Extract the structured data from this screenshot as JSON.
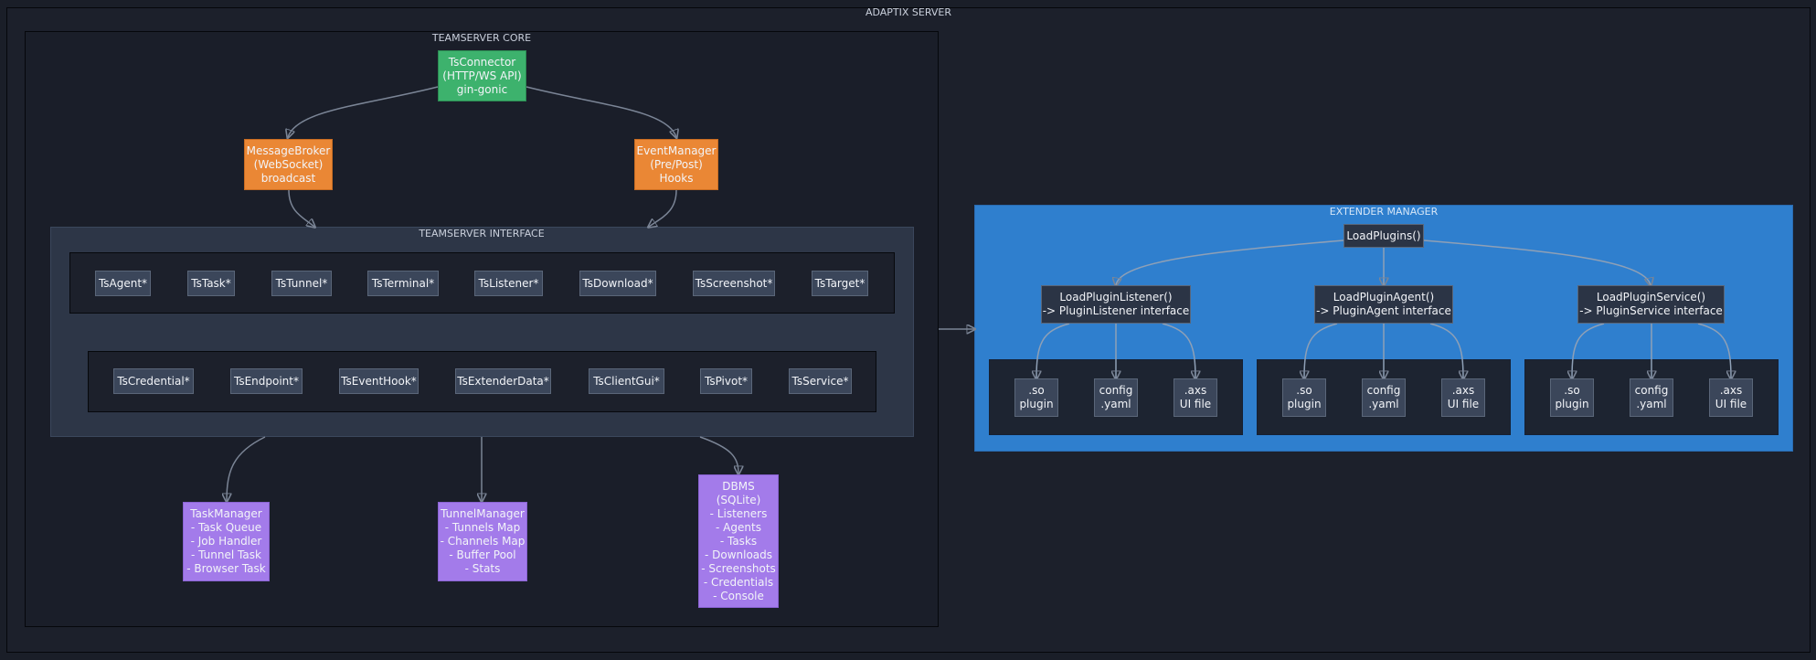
{
  "server": {
    "title": "ADAPTIX SERVER"
  },
  "core": {
    "title": "TEAMSERVER CORE",
    "connector": "TsConnector\n(HTTP/WS API)\ngin-gonic",
    "broker": "MessageBroker\n(WebSocket)\nbroadcast",
    "events": "EventManager\n(Pre/Post)\nHooks"
  },
  "iface": {
    "title": "TEAMSERVER INTERFACE",
    "row1": [
      "TsAgent*",
      "TsTask*",
      "TsTunnel*",
      "TsTerminal*",
      "TsListener*",
      "TsDownload*",
      "TsScreenshot*",
      "TsTarget*"
    ],
    "row2": [
      "TsCredential*",
      "TsEndpoint*",
      "TsEventHook*",
      "TsExtenderData*",
      "TsClientGui*",
      "TsPivot*",
      "TsService*"
    ]
  },
  "managers": {
    "task": "TaskManager\n- Task Queue\n- Job Handler\n- Tunnel Task\n- Browser Task",
    "tunnel": "TunnelManager\n- Tunnels Map\n- Channels Map\n- Buffer Pool\n- Stats",
    "dbms": "DBMS\n(SQLite)\n- Listeners\n- Agents\n- Tasks\n- Downloads\n- Screenshots\n- Credentials\n- Console"
  },
  "extender": {
    "title": "EXTENDER MANAGER",
    "load": "LoadPlugins()",
    "listener": "LoadPluginListener()\n-> PluginListener interface",
    "agent": "LoadPluginAgent()\n-> PluginAgent interface",
    "service": "LoadPluginService()\n-> PluginService interface",
    "files": {
      "so": ".so\nplugin",
      "config": "config\n.yaml",
      "axs": ".axs\nUI file"
    }
  }
}
